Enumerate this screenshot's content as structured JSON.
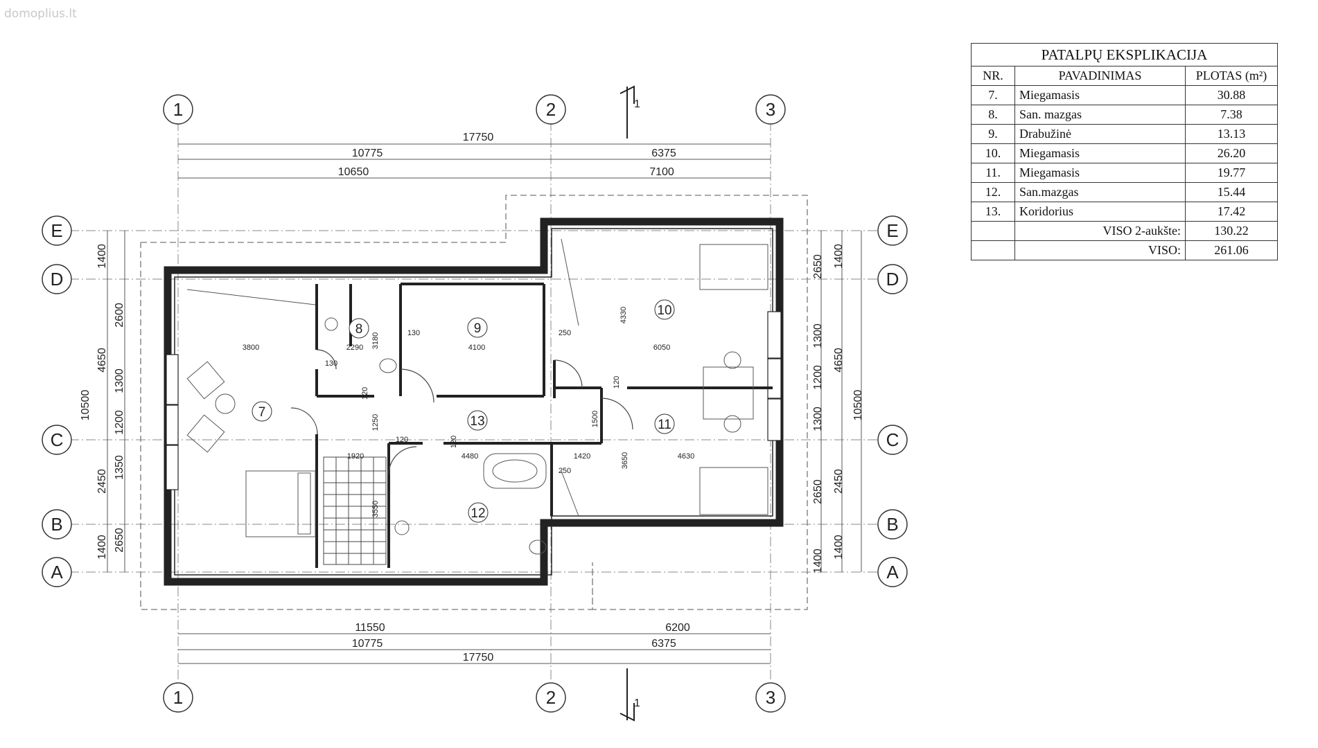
{
  "watermark": "domoplius.lt",
  "grid": {
    "columns": [
      "1",
      "2",
      "3"
    ],
    "rows": [
      "E",
      "D",
      "C",
      "B",
      "A"
    ]
  },
  "dimensions": {
    "top_total": "17750",
    "top_left": "10775",
    "top_right": "6375",
    "top_left2": "10650",
    "top_right2": "7100",
    "bottom_left1": "11550",
    "bottom_right1": "6200",
    "bottom_left2": "10775",
    "bottom_right2": "6375",
    "bottom_total": "17750",
    "left_total": "10500",
    "left_mid": "4650",
    "left_parts": [
      "1400",
      "2600",
      "1300",
      "1200",
      "1350",
      "2450",
      "2650",
      "1400"
    ],
    "right_total": "10500",
    "right_mid": "4650",
    "right_parts": [
      "2650",
      "1400",
      "1300",
      "1200",
      "1300",
      "2650",
      "2450",
      "1400",
      "1400"
    ],
    "interior": [
      "3800",
      "2290",
      "130",
      "3180",
      "130",
      "4100",
      "250",
      "6050",
      "4330",
      "120",
      "120",
      "1250",
      "1500",
      "120",
      "120",
      "1920",
      "4480",
      "250",
      "1420",
      "3650",
      "4630",
      "3550"
    ]
  },
  "section_mark": "1",
  "rooms": [
    "7",
    "8",
    "9",
    "10",
    "11",
    "12",
    "13"
  ],
  "table": {
    "title": "PATALPŲ EKSPLIKACIJA",
    "headers": [
      "NR.",
      "PAVADINIMAS",
      "PLOTAS (m²)"
    ],
    "rows": [
      {
        "nr": "7.",
        "name": "Miegamasis",
        "area": "30.88"
      },
      {
        "nr": "8.",
        "name": "San. mazgas",
        "area": "7.38"
      },
      {
        "nr": "9.",
        "name": "Drabužinė",
        "area": "13.13"
      },
      {
        "nr": "10.",
        "name": "Miegamasis",
        "area": "26.20"
      },
      {
        "nr": "11.",
        "name": "Miegamasis",
        "area": "19.77"
      },
      {
        "nr": "12.",
        "name": "San.mazgas",
        "area": "15.44"
      },
      {
        "nr": "13.",
        "name": "Koridorius",
        "area": "17.42"
      }
    ],
    "subtotal_label": "VISO 2-aukšte:",
    "subtotal_value": "130.22",
    "total_label": "VISO:",
    "total_value": "261.06"
  }
}
